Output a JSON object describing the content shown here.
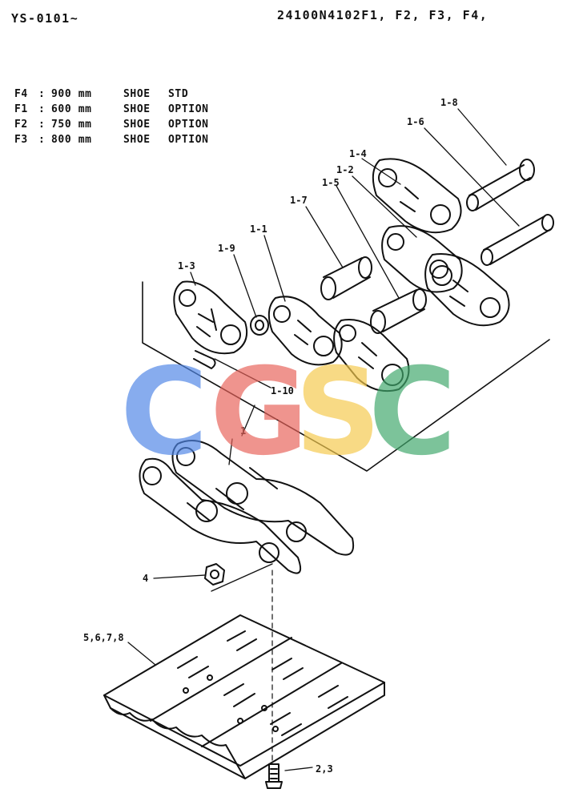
{
  "header": {
    "serial": "YS-0101~",
    "part_number": "24100N4102F1, F2, F3, F4,"
  },
  "shoe_options": [
    {
      "code": "F4",
      "colon": ":",
      "size": "900 mm",
      "item": "SHOE",
      "type": "STD"
    },
    {
      "code": "F1",
      "colon": ":",
      "size": "600 mm",
      "item": "SHOE",
      "type": "OPTION"
    },
    {
      "code": "F2",
      "colon": ":",
      "size": "750 mm",
      "item": "SHOE",
      "type": "OPTION"
    },
    {
      "code": "F3",
      "colon": ":",
      "size": "800 mm",
      "item": "SHOE",
      "type": "OPTION"
    }
  ],
  "callouts": {
    "c1_8": "1-8",
    "c1_6": "1-6",
    "c1_4": "1-4",
    "c1_2": "1-2",
    "c1_5": "1-5",
    "c1_7": "1-7",
    "c1_1": "1-1",
    "c1_9": "1-9",
    "c1_3": "1-3",
    "c1_10": "1-10",
    "c1": "1",
    "c4": "4",
    "c5678": "5,6,7,8",
    "c23": "2,3"
  },
  "watermark": {
    "letters": [
      "C",
      "G",
      "S",
      "C"
    ],
    "colors": [
      "#4f86e6",
      "#e8625a",
      "#f5c94c",
      "#3fa86b"
    ]
  }
}
